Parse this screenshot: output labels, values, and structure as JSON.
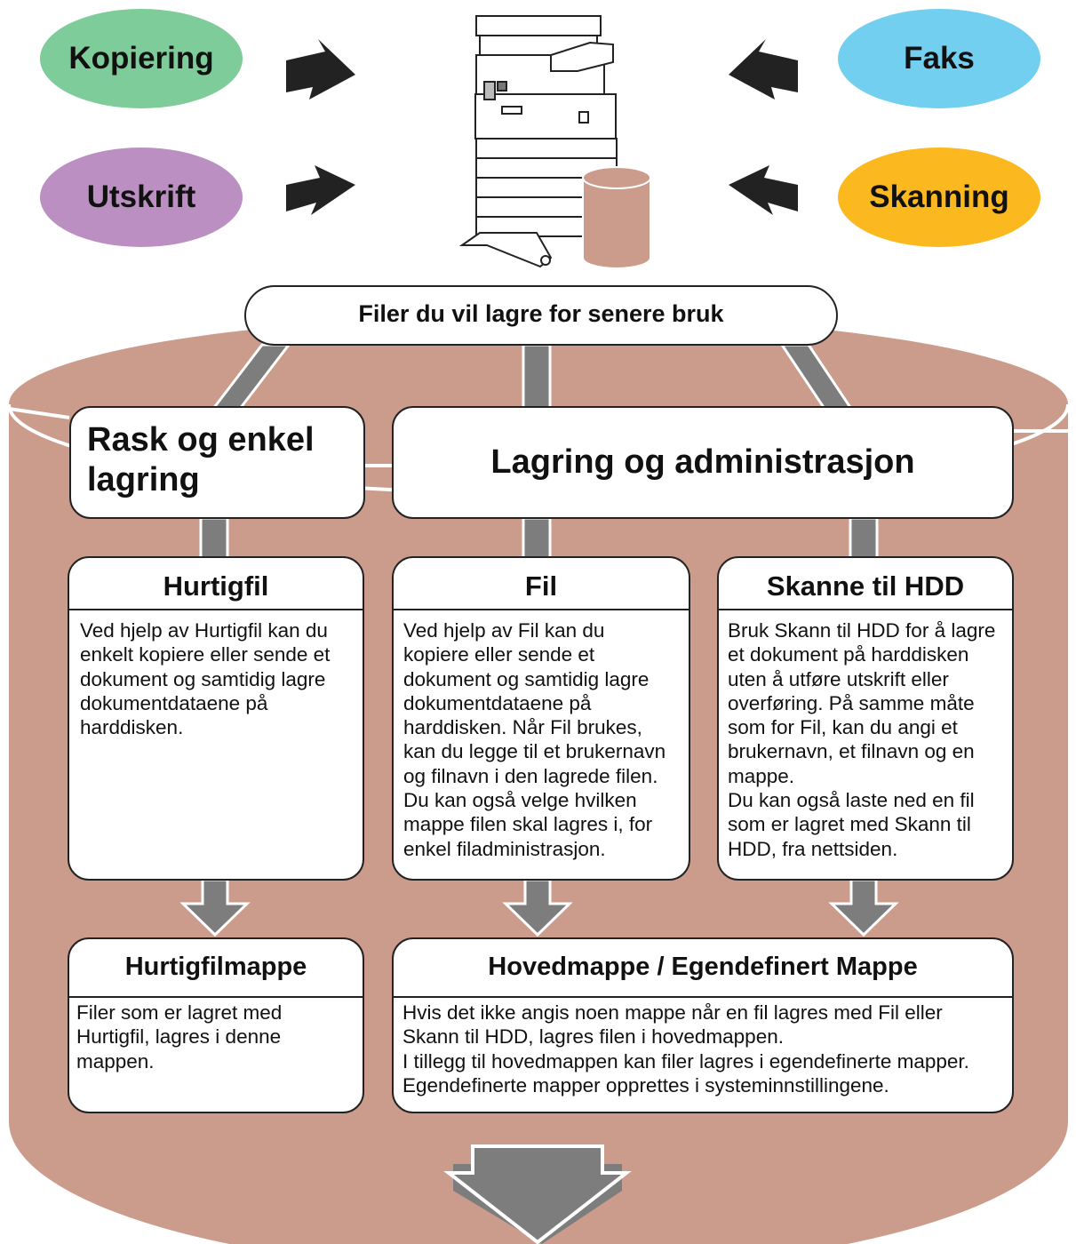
{
  "sources": [
    {
      "label": "Kopiering",
      "color": "#7dcc99"
    },
    {
      "label": "Faks",
      "color": "#73cff0"
    },
    {
      "label": "Utskrift",
      "color": "#bb8fc2"
    },
    {
      "label": "Skanning",
      "color": "#fbb91f"
    }
  ],
  "banner": "Filer du vil lagre for senere bruk",
  "categories": {
    "quick": "Rask og enkel lagring",
    "storage": "Lagring og administrasjon"
  },
  "features": {
    "hurtigfil": {
      "title": "Hurtigfil",
      "body": "Ved hjelp av Hurtigfil kan du\nenkelt kopiere eller sende et\ndokument og samtidig lagre\ndokumentdataene på\nharddisken."
    },
    "fil": {
      "title": "Fil",
      "body": "Ved hjelp av Fil kan du\nkopiere eller sende et\ndokument og samtidig lagre\ndokumentdataene på\nharddisken. Når Fil brukes,\nkan du legge til et brukernavn\nog filnavn i den lagrede filen.\nDu kan også velge hvilken\nmappe filen skal lagres i, for\nenkel filadministrasjon."
    },
    "skanne": {
      "title": "Skanne til HDD",
      "body": "Bruk Skann til HDD for å lagre\net dokument på harddisken\nuten å utføre utskrift eller\noverføring. På samme måte\nsom for Fil, kan du angi et\nbrukernavn, et filnavn og en\nmappe.\nDu kan også laste ned en fil\nsom er lagret med Skann til\nHDD, fra nettsiden."
    }
  },
  "folders": {
    "quick": {
      "title": "Hurtigfilmappe",
      "body": "Filer som er lagret med\nHurtigfil, lagres i denne\nmappen."
    },
    "main": {
      "title": "Hovedmappe / Egendefinert Mappe",
      "body": "Hvis det ikke angis noen mappe når en fil lagres med Fil eller\nSkann til HDD, lagres filen i hovedmappen.\nI tillegg til hovedmappen kan filer lagres i egendefinerte mapper.\nEgendefinerte mapper opprettes i systeminnstillingene."
    }
  },
  "colors": {
    "cylinder": "#cb9c8c",
    "connector": "#7d7d7d",
    "outline": "#222222"
  }
}
